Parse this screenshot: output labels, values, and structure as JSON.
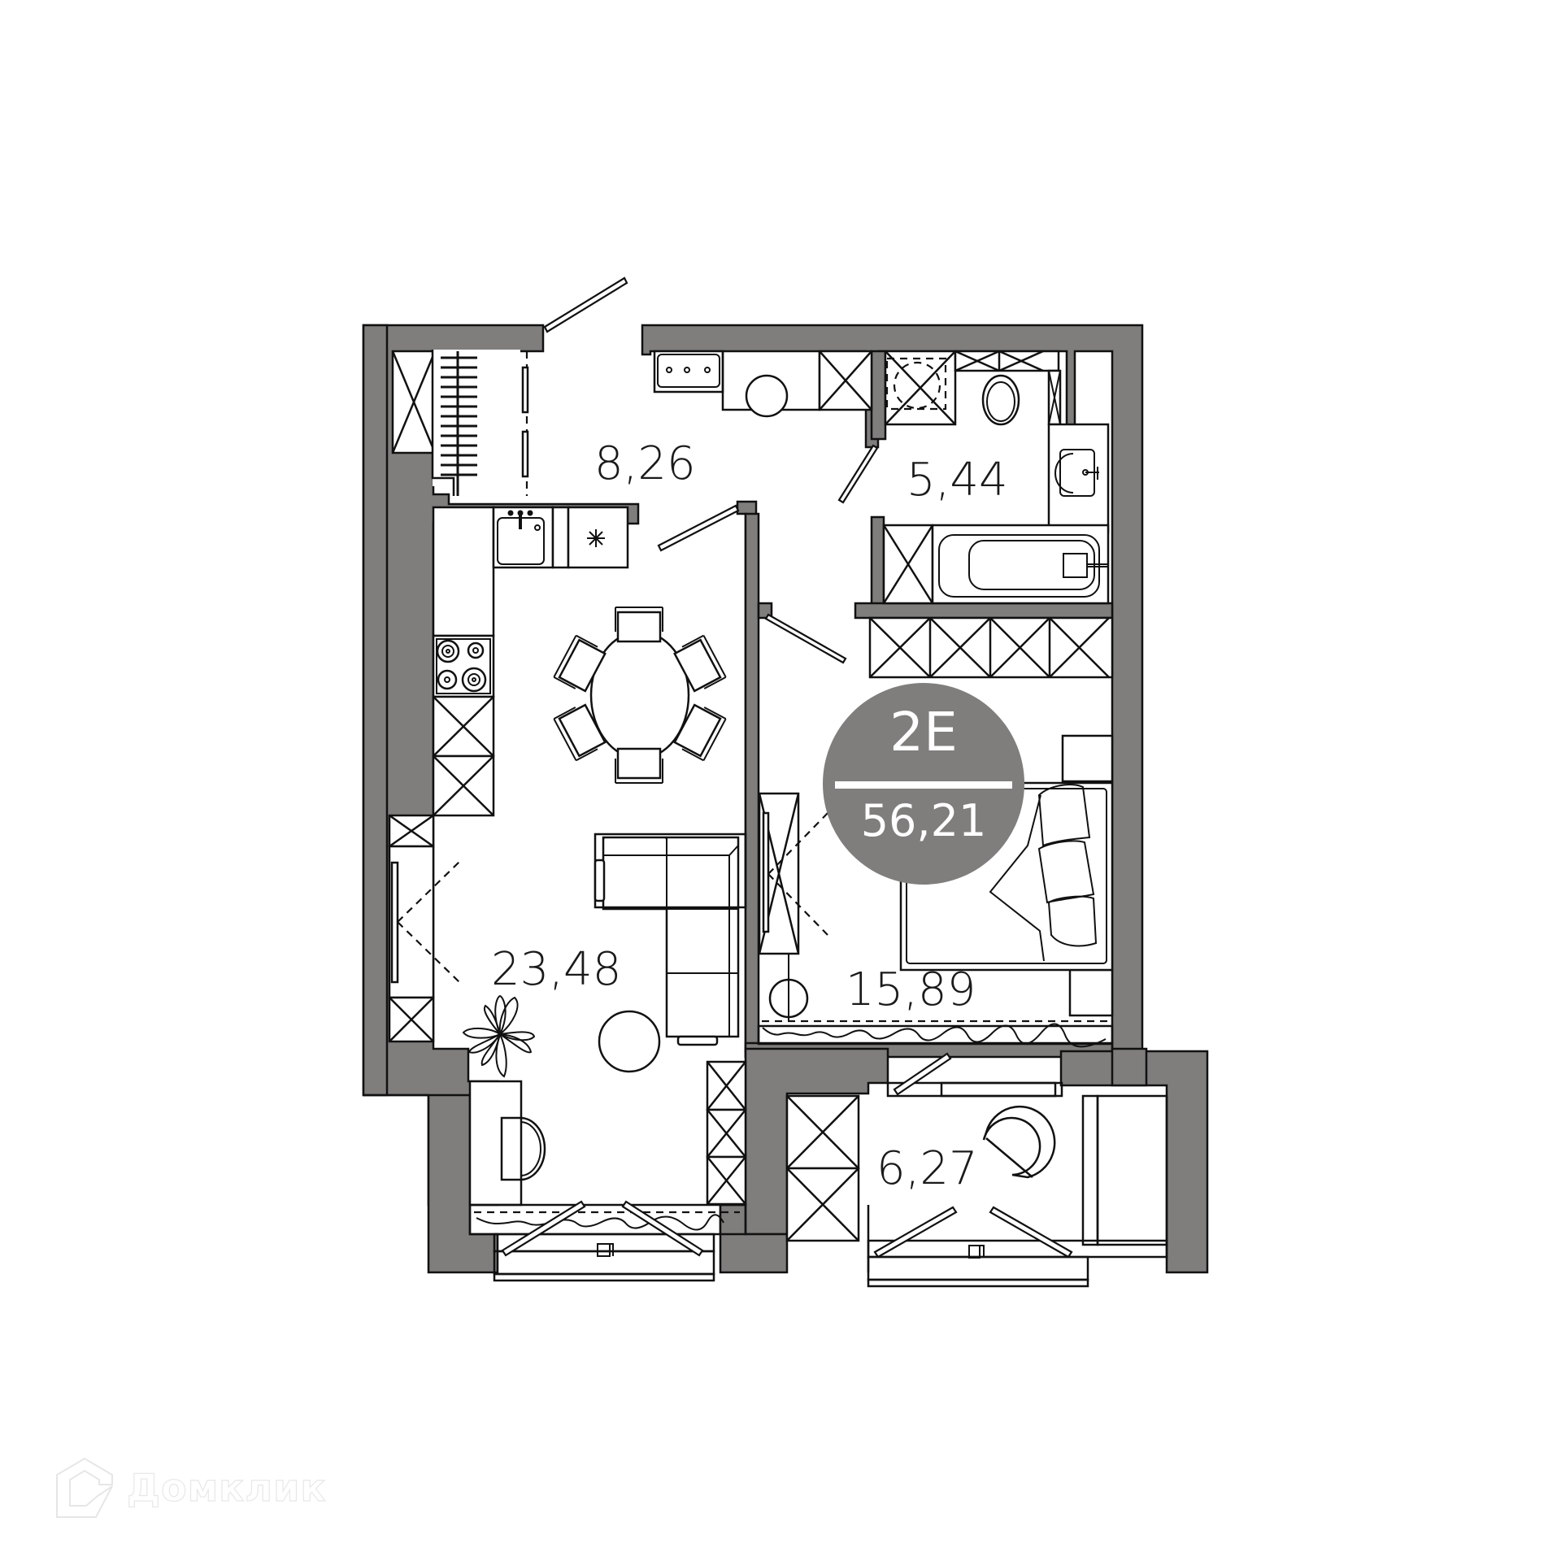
{
  "plan": {
    "unit_type": "2E",
    "total_area": "56,21",
    "colors": {
      "wall": "#7f7e7c",
      "line": "#111111",
      "badge": "#7f7e7c",
      "badge_text": "#ffffff"
    }
  },
  "rooms": [
    {
      "id": "hallway",
      "label": "8,26"
    },
    {
      "id": "bathroom",
      "label": "5,44"
    },
    {
      "id": "kitchen-living",
      "label": "23,48"
    },
    {
      "id": "bedroom",
      "label": "15,89"
    },
    {
      "id": "balcony",
      "label": "6,27"
    }
  ],
  "watermark": {
    "text": "Домклик",
    "icon": "house-logo-icon"
  }
}
